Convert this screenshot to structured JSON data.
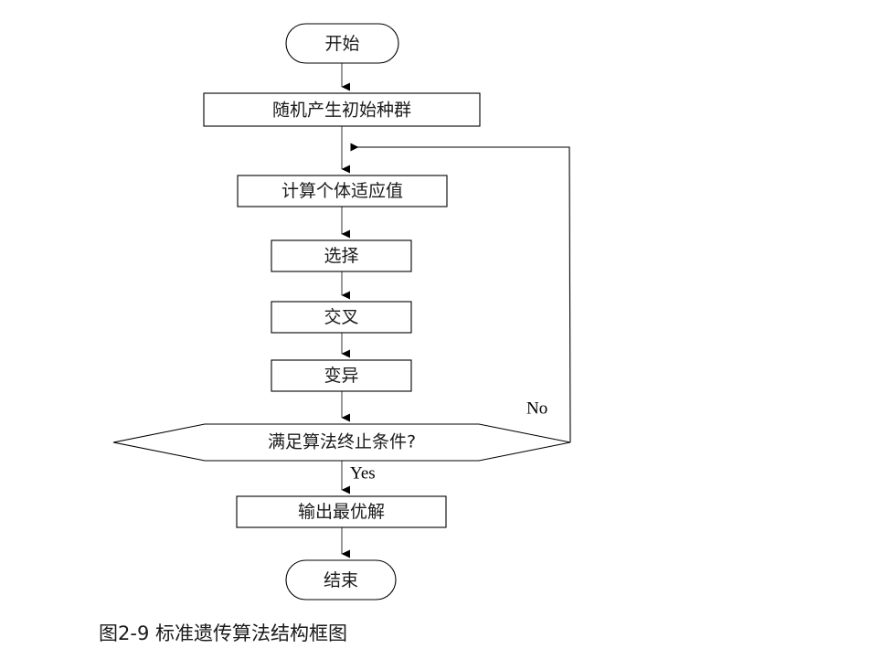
{
  "figure": {
    "caption": "图2-9  标准遗传算法结构框图",
    "background_color": "#ffffff",
    "shape_border_color": "#000000",
    "connector_color": "#808080",
    "text_color": "#1a1a1a"
  },
  "nodes": {
    "start": {
      "label": "开始",
      "shape": "terminator"
    },
    "init_population": {
      "label": "随机产生初始种群",
      "shape": "process"
    },
    "fitness": {
      "label": "计算个体适应值",
      "shape": "process"
    },
    "selection": {
      "label": "选择",
      "shape": "process"
    },
    "crossover": {
      "label": "交叉",
      "shape": "process"
    },
    "mutation": {
      "label": "变异",
      "shape": "process"
    },
    "decision": {
      "label": "满足算法终止条件?",
      "shape": "decision-hexagon"
    },
    "output": {
      "label": "输出最优解",
      "shape": "process"
    },
    "end": {
      "label": "结束",
      "shape": "terminator"
    }
  },
  "edge_labels": {
    "yes": "Yes",
    "no": "No"
  }
}
